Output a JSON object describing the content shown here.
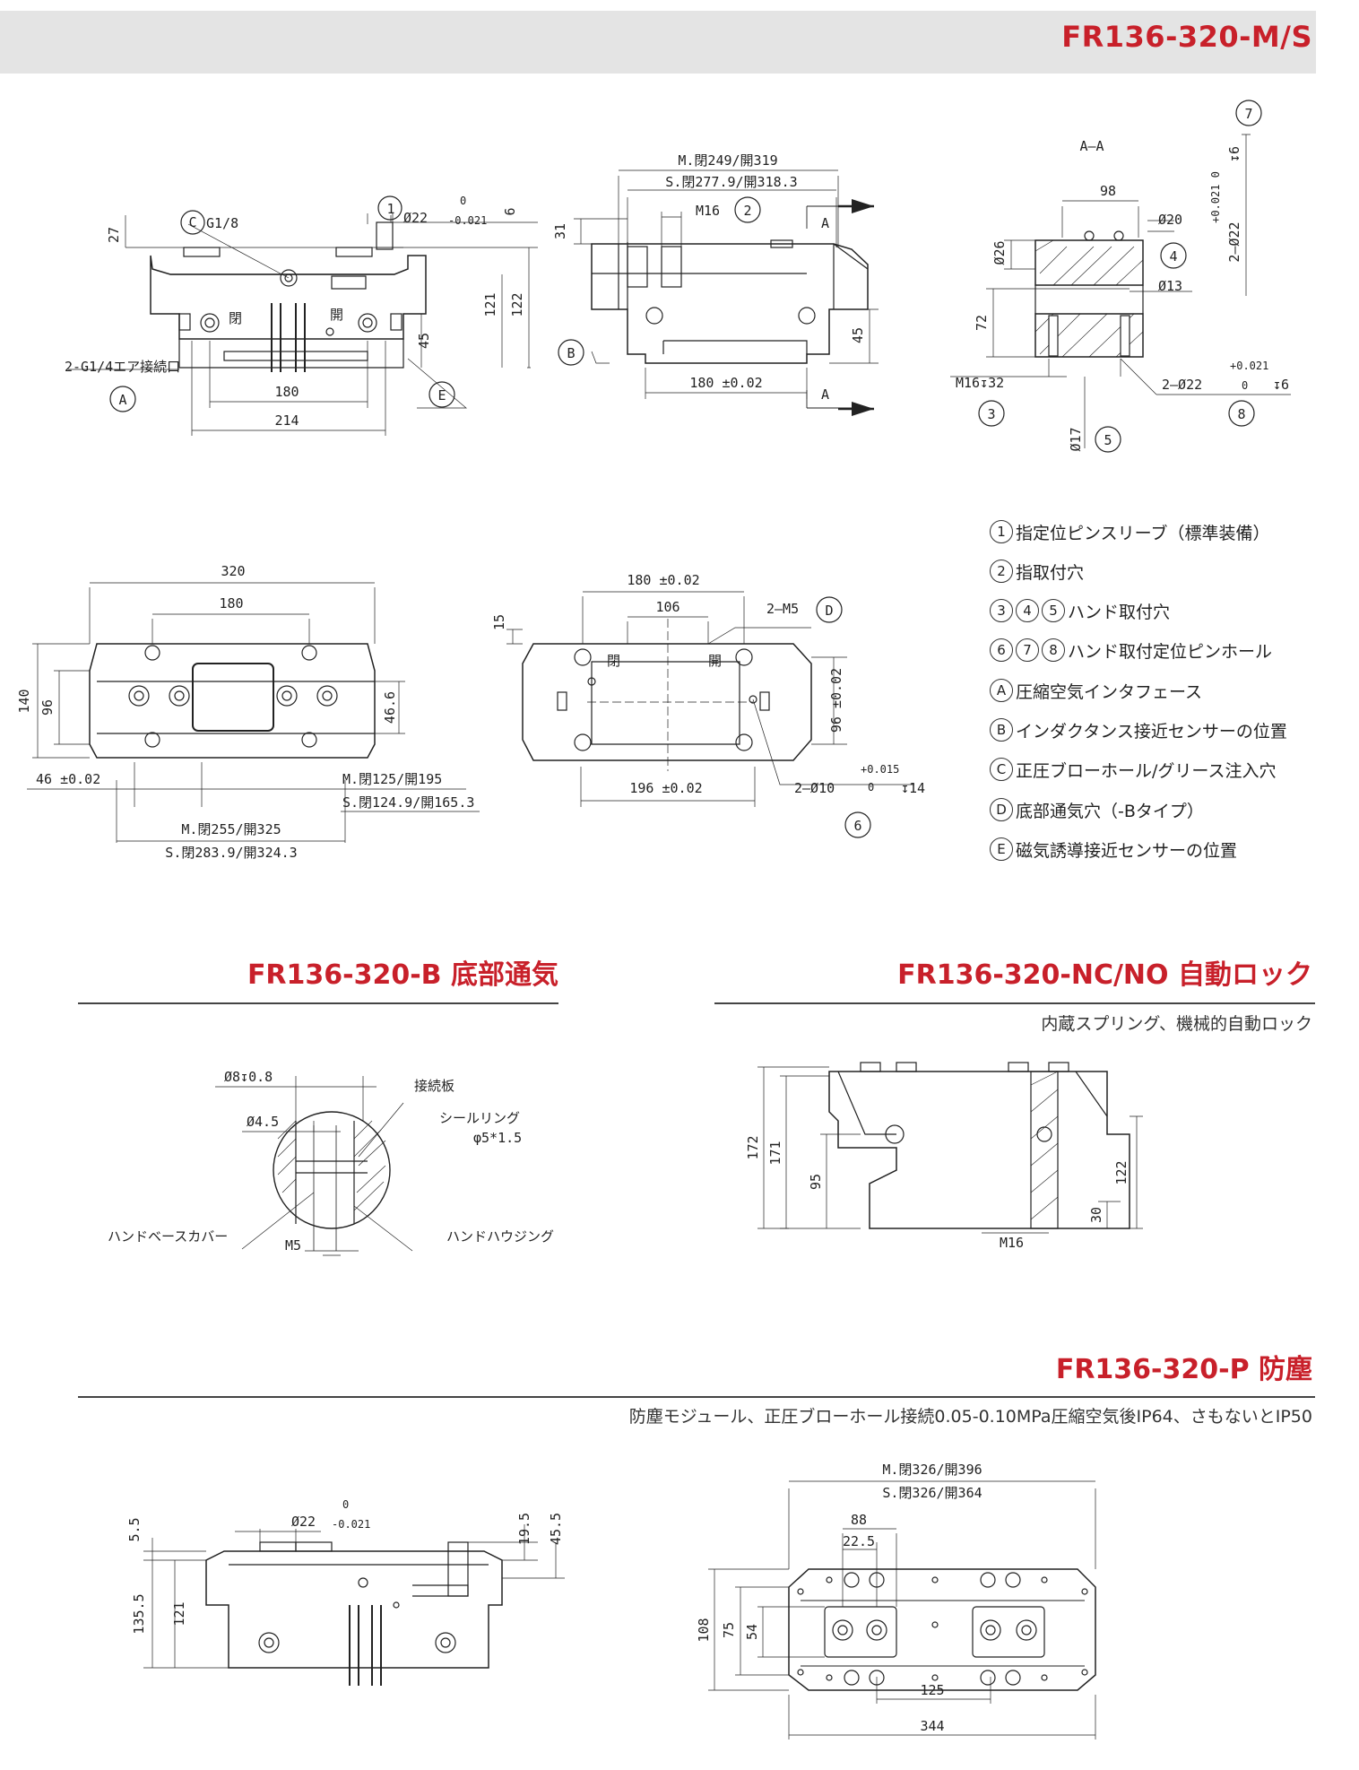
{
  "header": {
    "title": "FR136-320-M/S"
  },
  "legend": [
    {
      "marks": [
        "1"
      ],
      "text": "指定位ピンスリーブ（標準装備）"
    },
    {
      "marks": [
        "2"
      ],
      "text": "指取付穴"
    },
    {
      "marks": [
        "3",
        "4",
        "5"
      ],
      "text": "ハンド取付穴"
    },
    {
      "marks": [
        "6",
        "7",
        "8"
      ],
      "text": "ハンド取付定位ピンホール"
    },
    {
      "marks": [
        "A"
      ],
      "text": "圧縮空気インタフェース"
    },
    {
      "marks": [
        "B"
      ],
      "text": "インダクタンス接近センサーの位置"
    },
    {
      "marks": [
        "C"
      ],
      "text": "正圧ブローホール/グリース注入穴"
    },
    {
      "marks": [
        "D"
      ],
      "text": "底部通気穴（-Bタイプ）"
    },
    {
      "marks": [
        "E"
      ],
      "text": "磁気誘導接近センサーの位置"
    }
  ],
  "section_b": {
    "title": "FR136-320-B 底部通気"
  },
  "section_nc": {
    "title": "FR136-320-NC/NO 自動ロック",
    "subtitle": "内蔵スプリング、機械的自動ロック"
  },
  "section_p": {
    "title": "FR136-320-P 防塵",
    "subtitle": "防塵モジュール、正圧ブローホール接続0.05-0.10MPa圧縮空気後IP64、さもないとIP50"
  },
  "drawing": {
    "front": {
      "d27": "27",
      "g18": "G1/8",
      "d22": "Ø22",
      "tol_up": "0",
      "tol_dn": "-0.021",
      "d6": "6",
      "d121": "121",
      "d122": "122",
      "d45": "45",
      "d180": "180",
      "d214": "214",
      "air": "2-G1/4エア接続口",
      "close": "閉",
      "open": "開"
    },
    "side": {
      "stroke_m": "M.閉249/開319",
      "stroke_s": "S.閉277.9/開318.3",
      "m16": "M16",
      "d31": "31",
      "d45": "45",
      "d180": "180 ±0.02",
      "a": "A"
    },
    "section_aa": {
      "title": "A—A",
      "d98": "98",
      "d20": "Ø20",
      "d26": "Ø26",
      "d13": "Ø13",
      "d72": "72",
      "d22": "2—Ø22",
      "tol1": "+0.021",
      "tol0": "0",
      "dp6": "↧6",
      "m16": "M16↧32",
      "d17": "Ø17",
      "top22": "2—Ø22",
      "toptol": "+0.021  0",
      "topdp": "↧6"
    },
    "top": {
      "d320": "320",
      "d180": "180",
      "d140": "140",
      "d96": "96",
      "d466": "46.6",
      "d46": "46 ±0.02",
      "strk_m": "M.閉125/開195",
      "strk_s": "S.閉124.9/開165.3",
      "long_m": "M.閉255/開325",
      "long_s": "S.閉283.9/開324.3"
    },
    "bottom": {
      "d180": "180 ±0.02",
      "d106": "106",
      "m5": "2—M5",
      "d15": "15",
      "d96": "96 ±0.02",
      "d196": "196 ±0.02",
      "d10": "2—Ø10",
      "tol_up": "+0.015",
      "tol_dn": "0",
      "dp14": "↧14",
      "close": "閉",
      "open": "開"
    },
    "detail_b": {
      "d8": "Ø8↧0.8",
      "d45": "Ø4.5",
      "plate": "接続板",
      "seal": "シールリング",
      "seal_sz": "φ5*1.5",
      "cover": "ハンドベースカバー",
      "m5": "M5",
      "housing": "ハンドハウジング"
    },
    "nc": {
      "d172": "172",
      "d171": "171",
      "d95": "95",
      "d122": "122",
      "d30": "30",
      "m16": "M16"
    },
    "p_side": {
      "d55": "5.5",
      "d22": "Ø22",
      "tol_up": "0",
      "tol_dn": "-0.021",
      "d195": "19.5",
      "d455": "45.5",
      "d1355": "135.5",
      "d121": "121"
    },
    "p_top": {
      "strk_m": "M.閉326/開396",
      "strk_s": "S.閉326/開364",
      "d88": "88",
      "d225": "22.5",
      "d108": "108",
      "d75": "75",
      "d54": "54",
      "d125": "125",
      "d344": "344"
    }
  }
}
